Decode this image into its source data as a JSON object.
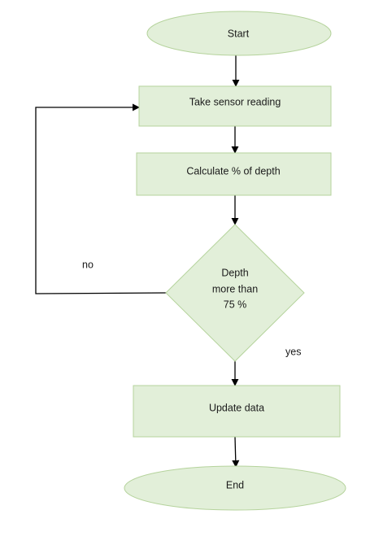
{
  "colors": {
    "node_fill": "#e2efd9",
    "node_stroke": "#b5d39c",
    "line": "#000000",
    "text": "#1a1a1a"
  },
  "nodes": {
    "start": {
      "shape": "terminal",
      "label": "Start"
    },
    "take_reading": {
      "shape": "process",
      "label": "Take sensor reading"
    },
    "calculate": {
      "shape": "process",
      "label": "Calculate % of depth"
    },
    "decision": {
      "shape": "decision",
      "label_lines": [
        "Depth",
        "more than",
        "75 %"
      ]
    },
    "update": {
      "shape": "process",
      "label": "Update data"
    },
    "end": {
      "shape": "terminal",
      "label": "End"
    }
  },
  "edges": {
    "no_label": "no",
    "yes_label": "yes"
  }
}
